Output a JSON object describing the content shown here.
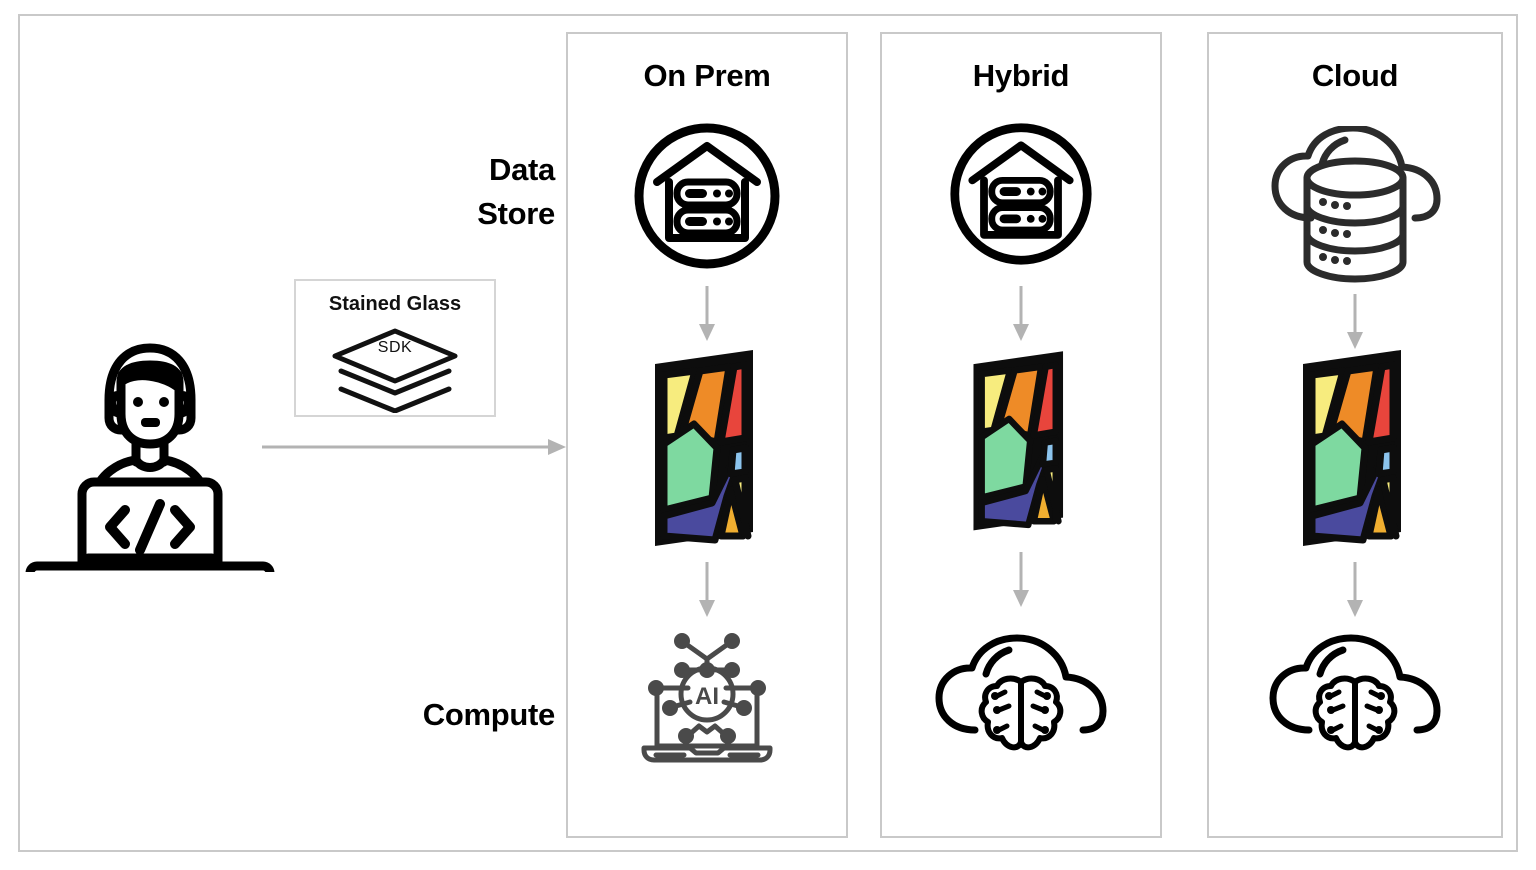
{
  "diagram": {
    "title_visible": false,
    "row_labels": {
      "data_store": "Data Store",
      "data_store_line1": "Data",
      "data_store_line2": "Store",
      "compute": "Compute"
    },
    "sdk_card": {
      "title": "Stained Glass",
      "icon_label": "SDK",
      "icon_name": "layers-icon"
    },
    "actor": {
      "name": "developer-at-laptop",
      "screen_symbol": "</>"
    },
    "columns": [
      {
        "id": "on-prem",
        "label": "On Prem",
        "data_store_icon": "on-prem-datacenter-icon",
        "transform_icon": "stained-glass-panel-icon",
        "compute_icon": "ai-laptop-icon",
        "compute_icon_text": "AI"
      },
      {
        "id": "hybrid",
        "label": "Hybrid",
        "data_store_icon": "on-prem-datacenter-icon",
        "transform_icon": "stained-glass-panel-icon",
        "compute_icon": "cloud-brain-icon",
        "compute_icon_text": ""
      },
      {
        "id": "cloud",
        "label": "Cloud",
        "data_store_icon": "cloud-database-icon",
        "transform_icon": "stained-glass-panel-icon",
        "compute_icon": "cloud-brain-icon",
        "compute_icon_text": ""
      }
    ],
    "flow_arrows": {
      "horizontal_count": 1,
      "vertical_per_column": 2,
      "direction": "down"
    },
    "colors": {
      "frame_border": "#c9c9c9",
      "column_border": "#c9c9c9",
      "arrow": "#b3b3b3",
      "icon_black": "#000000",
      "icon_gray": "#4a4a4a",
      "glass_yellow": "#f7ec7e",
      "glass_orange": "#ee8b27",
      "glass_red": "#e8453c",
      "glass_green": "#7ed9a0",
      "glass_purple": "#4a4a9e",
      "glass_amber": "#f0ae30",
      "glass_blue": "#8cc4ed",
      "glass_lead": "#0d0d0d",
      "background": "#ffffff"
    }
  }
}
